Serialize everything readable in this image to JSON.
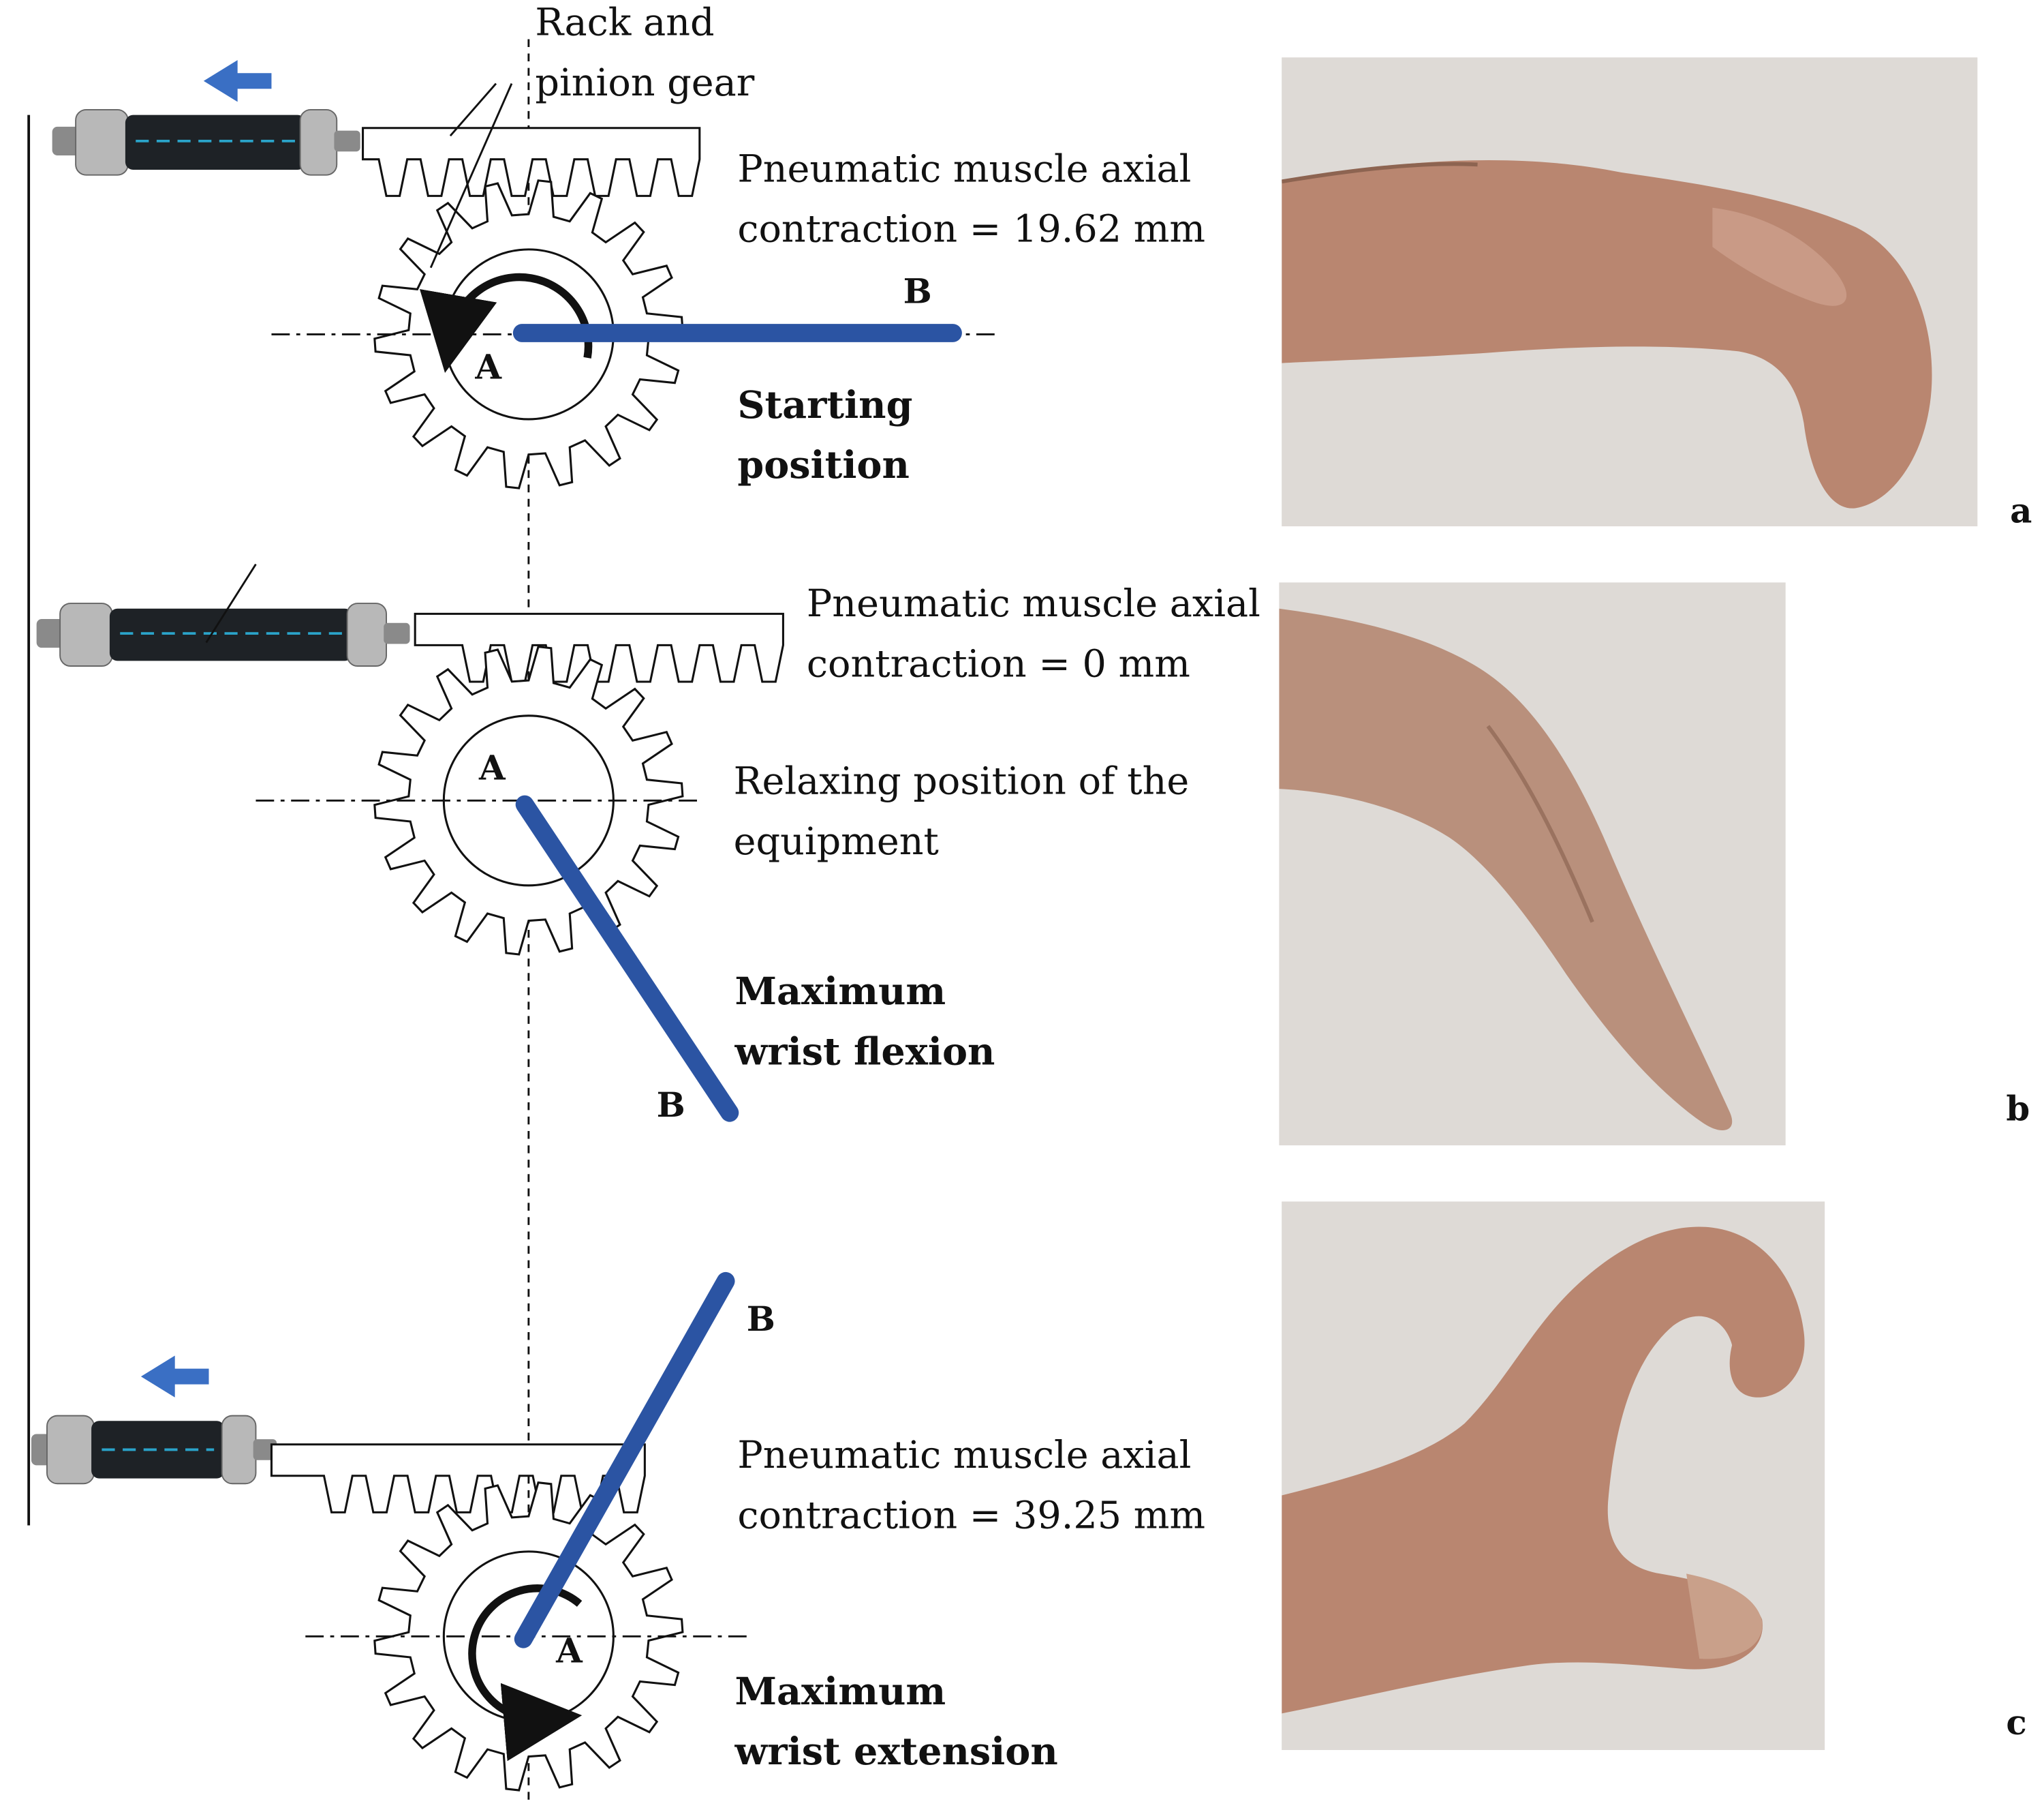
{
  "labels": {
    "rack_pinion": [
      "Rack and",
      "pinion gear"
    ],
    "top_contraction": [
      "Pneumatic muscle axial",
      "contraction = 19.62 mm"
    ],
    "starting": [
      "Starting",
      "position"
    ],
    "mid_contraction": [
      "Pneumatic muscle axial",
      "contraction = 0 mm"
    ],
    "relaxing": [
      "Relaxing  position of the",
      "equipment"
    ],
    "max_flexion": [
      "Maximum",
      "wrist flexion"
    ],
    "bottom_contraction": [
      "Pneumatic muscle axial",
      "contraction = 39.25 mm"
    ],
    "max_extension": [
      "Maximum",
      "wrist extension"
    ]
  },
  "points": {
    "a": "A",
    "b": "B"
  },
  "panels": {
    "a": "a",
    "b": "b",
    "c": "c"
  },
  "colors": {
    "lever": "#2b54a3",
    "arrow": "#3a6fc4",
    "line": "#111111",
    "photo_bg": "#dedad6",
    "skin": "#b98670"
  },
  "icons": {
    "direction": "left-arrow-icon",
    "rotation_ccw": "rotate-ccw-icon",
    "rotation_cw": "rotate-cw-icon"
  }
}
